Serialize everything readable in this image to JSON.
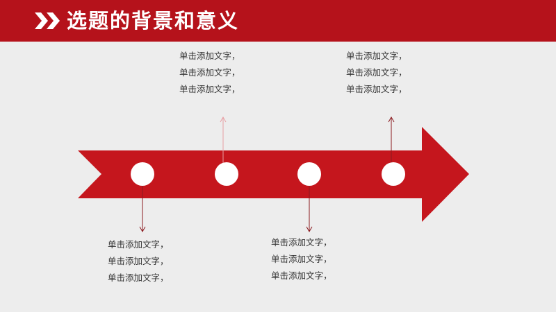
{
  "header": {
    "title": "选题的背景和意义",
    "icon": "double-chevron-right-icon",
    "color": "#b5121b"
  },
  "colors": {
    "accent": "#c5161d",
    "background": "#ededed",
    "connector_dark": "#8a1a1f",
    "connector_light": "#e8a0a4"
  },
  "text_blocks": [
    {
      "lines": [
        "单击添加文字，",
        "单击添加文字，",
        "单击添加文字，"
      ]
    },
    {
      "lines": [
        "单击添加文字，",
        "单击添加文字，",
        "单击添加文字，"
      ]
    },
    {
      "lines": [
        "单击添加文字，",
        "单击添加文字，",
        "单击添加文字，"
      ]
    },
    {
      "lines": [
        "单击添加文字，",
        "单击添加文字，",
        "单击添加文字，"
      ]
    }
  ]
}
